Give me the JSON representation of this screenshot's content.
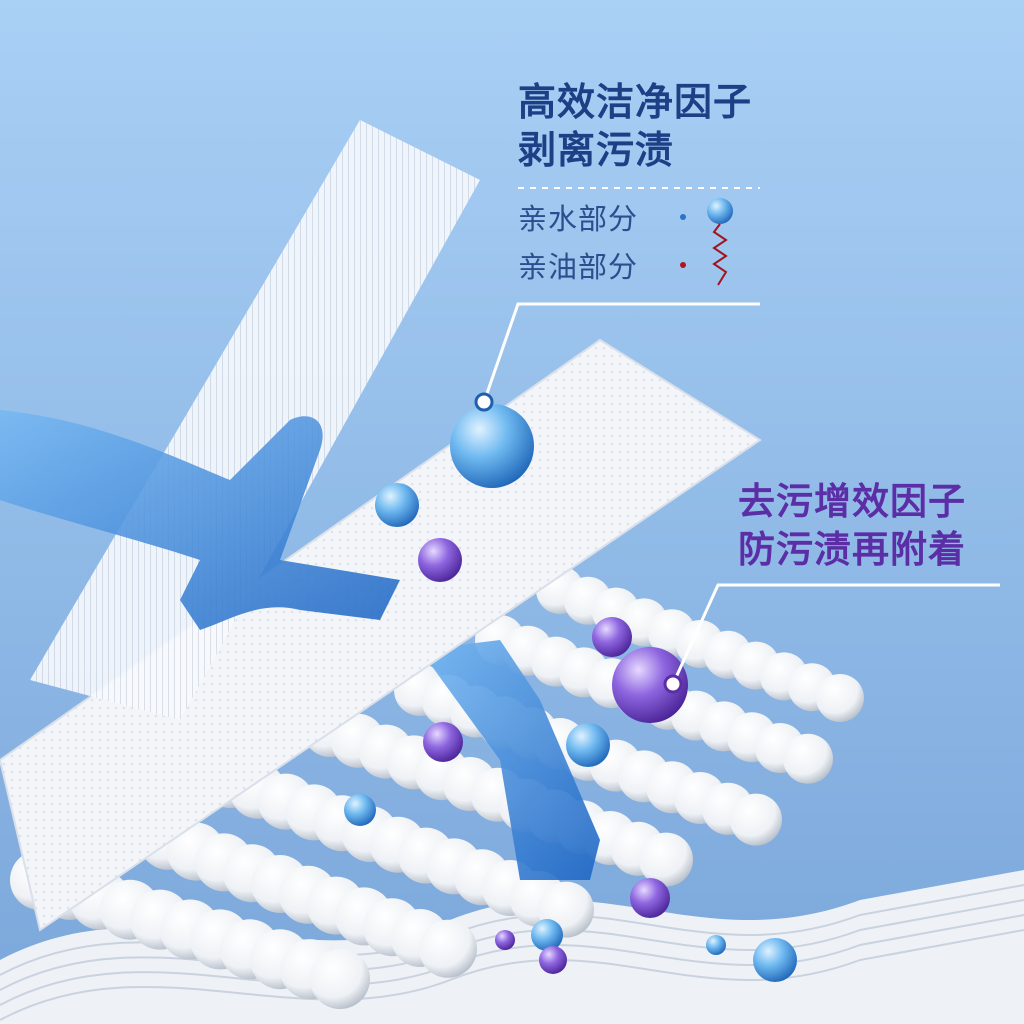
{
  "callouts": {
    "top": {
      "line1": "高效洁净因子",
      "line2": "剥离污渍",
      "color": "#1d3f86"
    },
    "legend": {
      "hydrophilic": "亲水部分",
      "lipophilic": "亲油部分",
      "hydrophilic_dot_color": "#2a73c8",
      "lipophilic_dot_color": "#b4141e",
      "text_color": "#2b4e8f"
    },
    "right": {
      "line1": "去污增效因子",
      "line2": "防污渍再附着",
      "color": "#5b2ea6"
    }
  },
  "palette": {
    "background_top": "#a6cdf3",
    "background_bottom": "#7fa9dc",
    "fabric": "#f4f6fa",
    "fiber_ball": "#ffffff",
    "water_drop": "#4aa3ea",
    "purple_drop": "#7b4fd6",
    "blue_fluid": "#3f8de0"
  }
}
